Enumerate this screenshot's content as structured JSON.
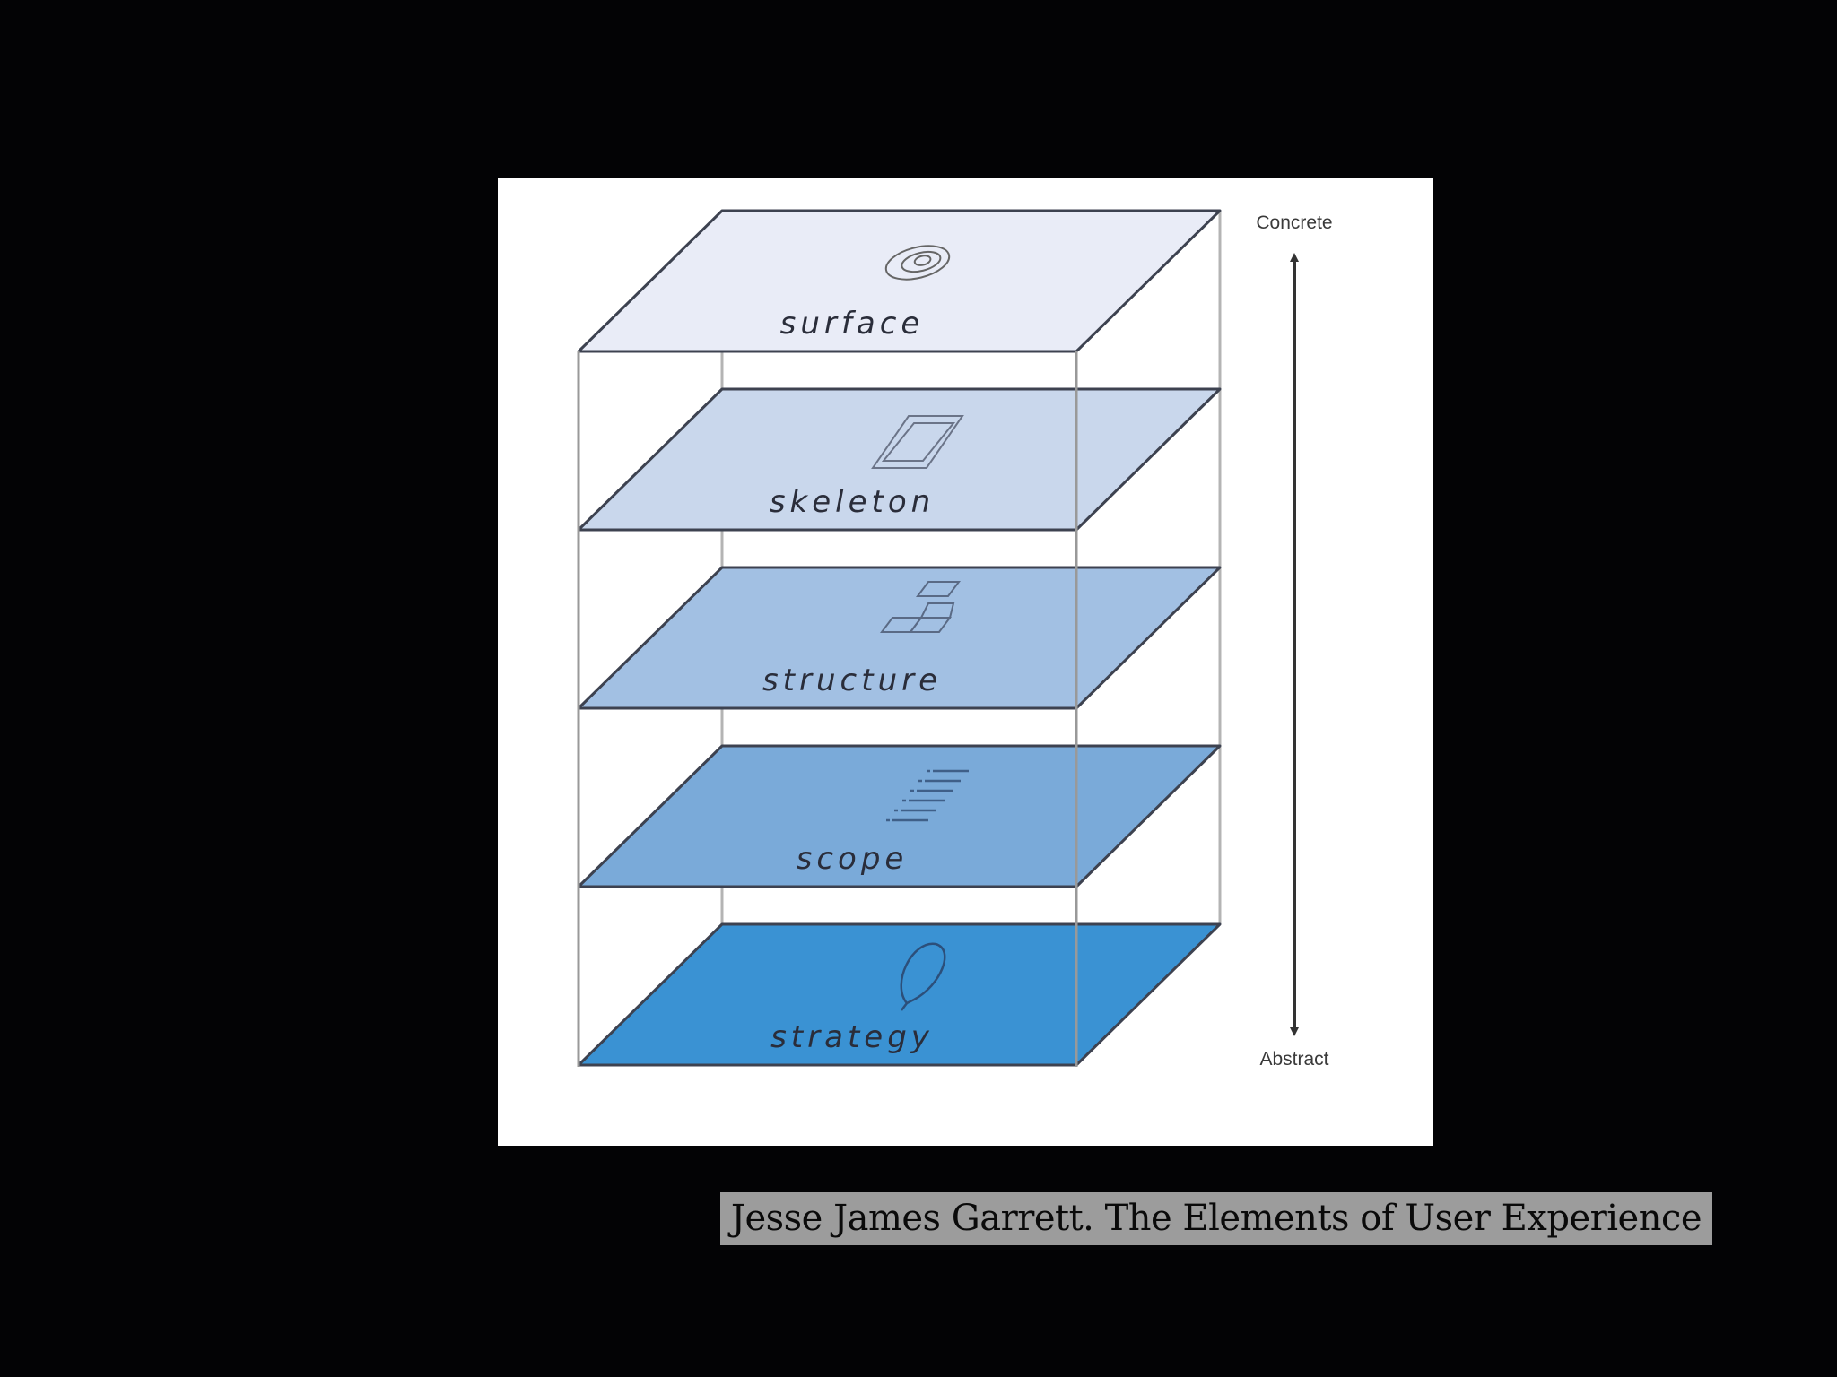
{
  "layers": [
    {
      "label": "surface",
      "icon": "spiral-icon",
      "color": "#e9ecf7"
    },
    {
      "label": "skeleton",
      "icon": "page-icon",
      "color": "#c9d7ec"
    },
    {
      "label": "structure",
      "icon": "hierarchy-icon",
      "color": "#a2c0e3"
    },
    {
      "label": "scope",
      "icon": "list-icon",
      "color": "#7aaad9"
    },
    {
      "label": "strategy",
      "icon": "lightbulb-icon",
      "color": "#3a92d3"
    }
  ],
  "axis": {
    "top_label": "Concrete",
    "bottom_label": "Abstract"
  },
  "caption": "Jesse James Garrett. The Elements of User Experience"
}
